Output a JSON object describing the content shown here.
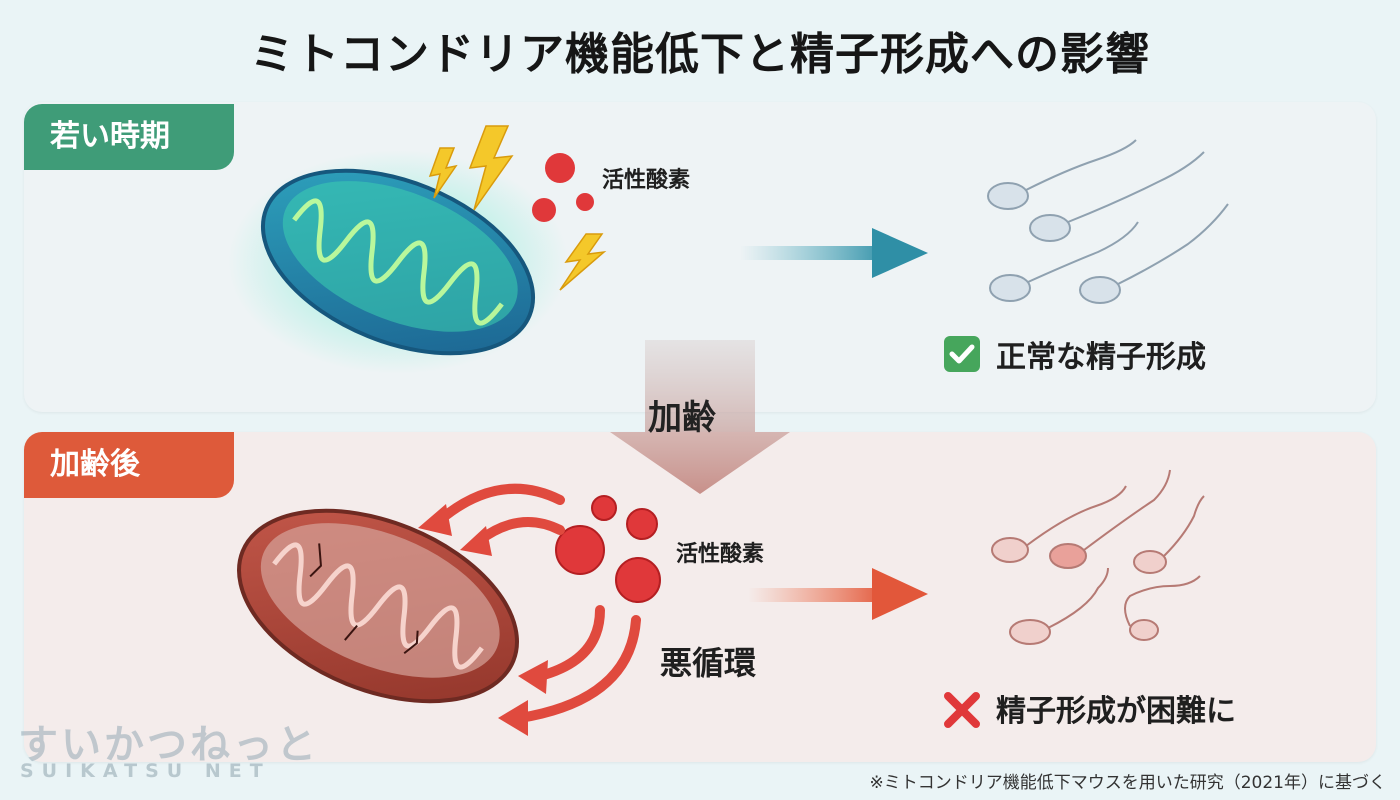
{
  "title": "ミトコンドリア機能低下と精子形成への影響",
  "young": {
    "tag": "若い時期",
    "ros_label": "活性酸素",
    "result": "正常な精子形成"
  },
  "aging": {
    "label": "加齢"
  },
  "old": {
    "tag": "加齢後",
    "ros_label": "活性酸素",
    "cycle_label": "悪循環",
    "result": "精子形成が困難に"
  },
  "watermark": {
    "text": "すいかつねっと",
    "sub": "SUIKATSU NET"
  },
  "footnote": "※ミトコンドリア機能低下マウスを用いた研究（2021年）に基づく",
  "colors": {
    "young_accent": "#3f9c78",
    "old_accent": "#de5a3a",
    "ros_red": "#e0383a",
    "check_green": "#46a65c"
  },
  "icons": [
    "check-icon",
    "cross-icon",
    "lightning-icon",
    "ros-particle-icon",
    "mitochondria-icon",
    "sperm-icon",
    "arrow-icon"
  ]
}
